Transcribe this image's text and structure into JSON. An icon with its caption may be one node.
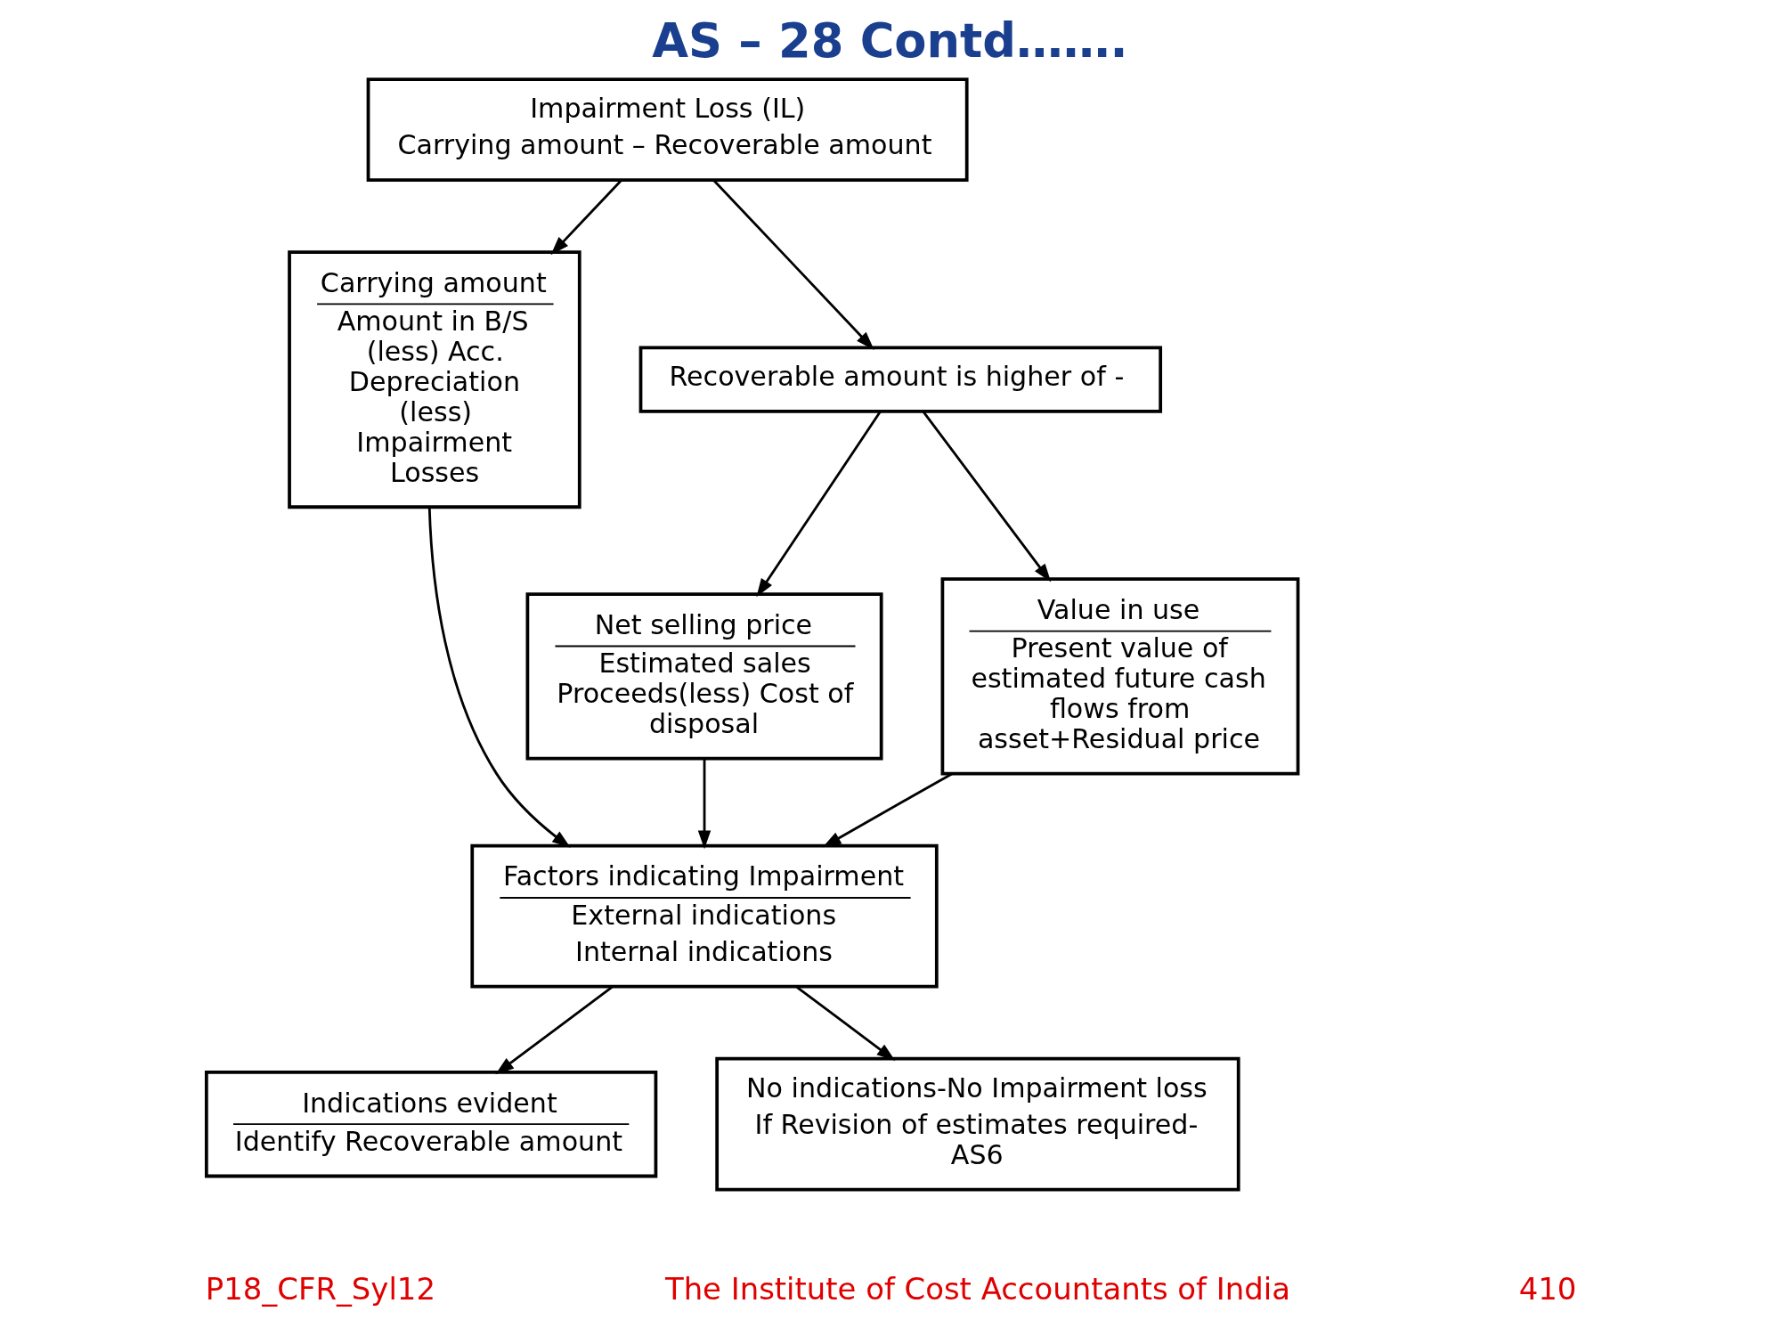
{
  "diagram": {
    "title": "AS – 28 Contd…….",
    "nodes": [
      {
        "text": [
          "Impairment Loss (IL)",
          "Carrying amount – Recoverable amount"
        ]
      },
      {
        "text": [
          "Carrying amount",
          "Amount in B/S (less) Acc. Depreciation (less) Impairment Losses"
        ]
      },
      {
        "text": [
          "Recoverable amount is higher of -"
        ]
      },
      {
        "text": [
          "Net selling price",
          "Estimated sales Proceeds(less) Cost of disposal"
        ]
      },
      {
        "text": [
          "Value in use",
          "Present value of estimated future cash flows from asset+Residual price"
        ]
      },
      {
        "text": [
          "Factors indicating Impairment",
          "External indications",
          "Internal indications"
        ]
      },
      {
        "text": [
          "Indications evident",
          "Identify Recoverable amount"
        ]
      },
      {
        "text": [
          "No indications-No Impairment loss",
          "If Revision of estimates required-AS6"
        ]
      }
    ],
    "edges": [
      {
        "from": 0,
        "to": 1,
        "arrow": "to"
      },
      {
        "from": 0,
        "to": 2,
        "arrow": "to"
      },
      {
        "from": 2,
        "to": 3,
        "arrow": "to"
      },
      {
        "from": 2,
        "to": 4,
        "arrow": "to"
      },
      {
        "from": 3,
        "to": 5,
        "arrow": "to"
      },
      {
        "from": 1,
        "to": 5,
        "arrow": "to"
      },
      {
        "from": 4,
        "to": 5,
        "arrow": "to"
      },
      {
        "from": 5,
        "to": 6,
        "arrow": "to"
      },
      {
        "from": 5,
        "to": 7,
        "arrow": "to"
      }
    ],
    "labels": [
      "P18_CFR_Syl12",
      "The Institute of Cost Accountants of India",
      "410"
    ]
  }
}
